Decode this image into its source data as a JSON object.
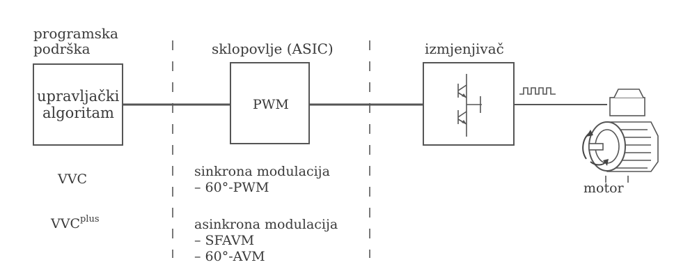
{
  "software": {
    "title_line1": "programska",
    "title_line2": "podrška",
    "box_line1": "upravljački",
    "box_line2": "algoritam",
    "method1": "VVC",
    "method2_base": "VVC",
    "method2_sup": "plus"
  },
  "hardware": {
    "title": "sklopovlje (ASIC)",
    "box_label": "PWM",
    "sync_title": "sinkrona modulacija",
    "sync_item1": "– 60°-PWM",
    "async_title": "asinkrona modulacija",
    "async_item1": "– SFAVM",
    "async_item2": "– 60°-AVM"
  },
  "inverter": {
    "title": "izmjenjivač"
  },
  "motor": {
    "label": "motor"
  },
  "colors": {
    "stroke": "#555555",
    "text": "#3a3a3a"
  }
}
